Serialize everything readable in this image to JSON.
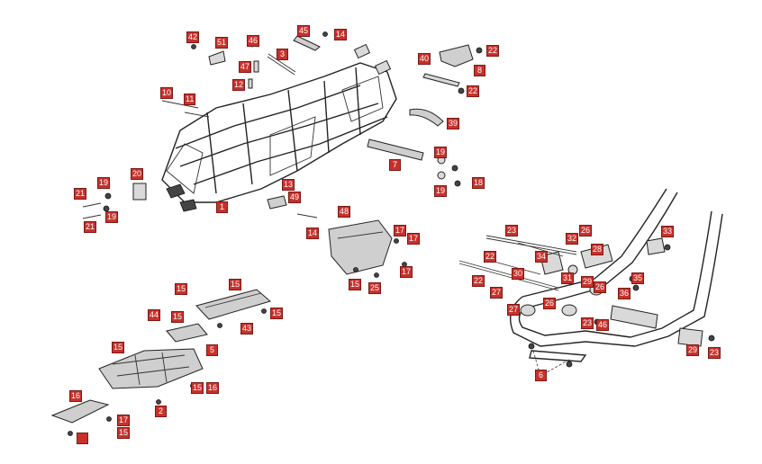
{
  "diagram": {
    "accent_color": "#c8312b",
    "callouts": [
      "42",
      "51",
      "46",
      "3",
      "45",
      "14",
      "47",
      "12",
      "40",
      "22",
      "8",
      "22",
      "10",
      "11",
      "39",
      "7",
      "19",
      "18",
      "19",
      "20",
      "19",
      "21",
      "21",
      "19",
      "1",
      "13",
      "49",
      "48",
      "14",
      "17",
      "17",
      "17",
      "15",
      "25",
      "23",
      "33",
      "32",
      "26",
      "28",
      "34",
      "22",
      "30",
      "29",
      "35",
      "22",
      "31",
      "36",
      "27",
      "26",
      "27",
      "26",
      "23",
      "46",
      "29",
      "23",
      "6",
      "15",
      "15",
      "15",
      "43",
      "44",
      "15",
      "5",
      "15",
      "15",
      "16",
      "2",
      "16",
      "17",
      "15"
    ]
  }
}
